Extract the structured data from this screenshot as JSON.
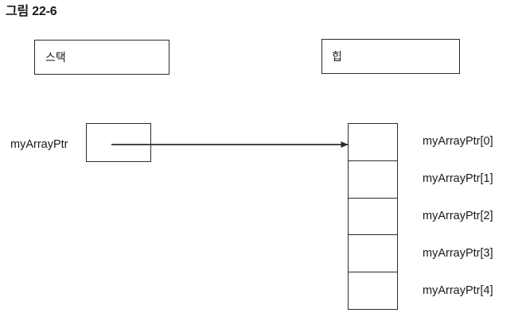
{
  "figure": {
    "title": "그림 22-6"
  },
  "regions": {
    "stack": {
      "label": "스택"
    },
    "heap": {
      "label": "힙"
    }
  },
  "pointer": {
    "variable_label": "myArrayPtr",
    "arrow_icon": "right-arrow-icon"
  },
  "array": {
    "cells": [
      {
        "label": "myArrayPtr[0]",
        "value": ""
      },
      {
        "label": "myArrayPtr[1]",
        "value": ""
      },
      {
        "label": "myArrayPtr[2]",
        "value": ""
      },
      {
        "label": "myArrayPtr[3]",
        "value": ""
      },
      {
        "label": "myArrayPtr[4]",
        "value": ""
      }
    ]
  },
  "colors": {
    "background": "#ffffff",
    "stroke": "#2b2b2b",
    "text": "#1a1a1a"
  }
}
